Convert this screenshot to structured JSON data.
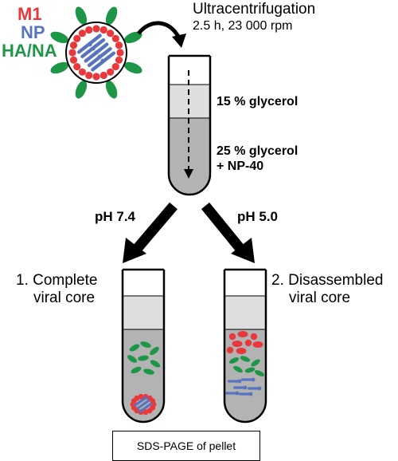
{
  "legend": {
    "m1": "M1",
    "np": "NP",
    "ha_na": "HA/NA"
  },
  "colors": {
    "m1": "#e8383b",
    "np": "#5874bf",
    "ha_na": "#1d9648",
    "layer_top": "#ffffff",
    "layer_mid": "#dedede",
    "layer_bottom": "#b3b3b3"
  },
  "step": {
    "title": "Ultracentrifugation",
    "conditions": "2.5 h, 23 000 rpm"
  },
  "gradient": {
    "top_layer": "15 % glycerol",
    "bottom_layer_line1": "25 % glycerol",
    "bottom_layer_line2": "+ NP-40"
  },
  "branches": {
    "left_ph": "pH 7.4",
    "right_ph": "pH 5.0"
  },
  "results": {
    "left_line1": "1. Complete",
    "left_line2": "viral core",
    "right_line1": "2. Disassembled",
    "right_line2": "viral core"
  },
  "footer": {
    "label": "SDS-PAGE of pellet"
  }
}
